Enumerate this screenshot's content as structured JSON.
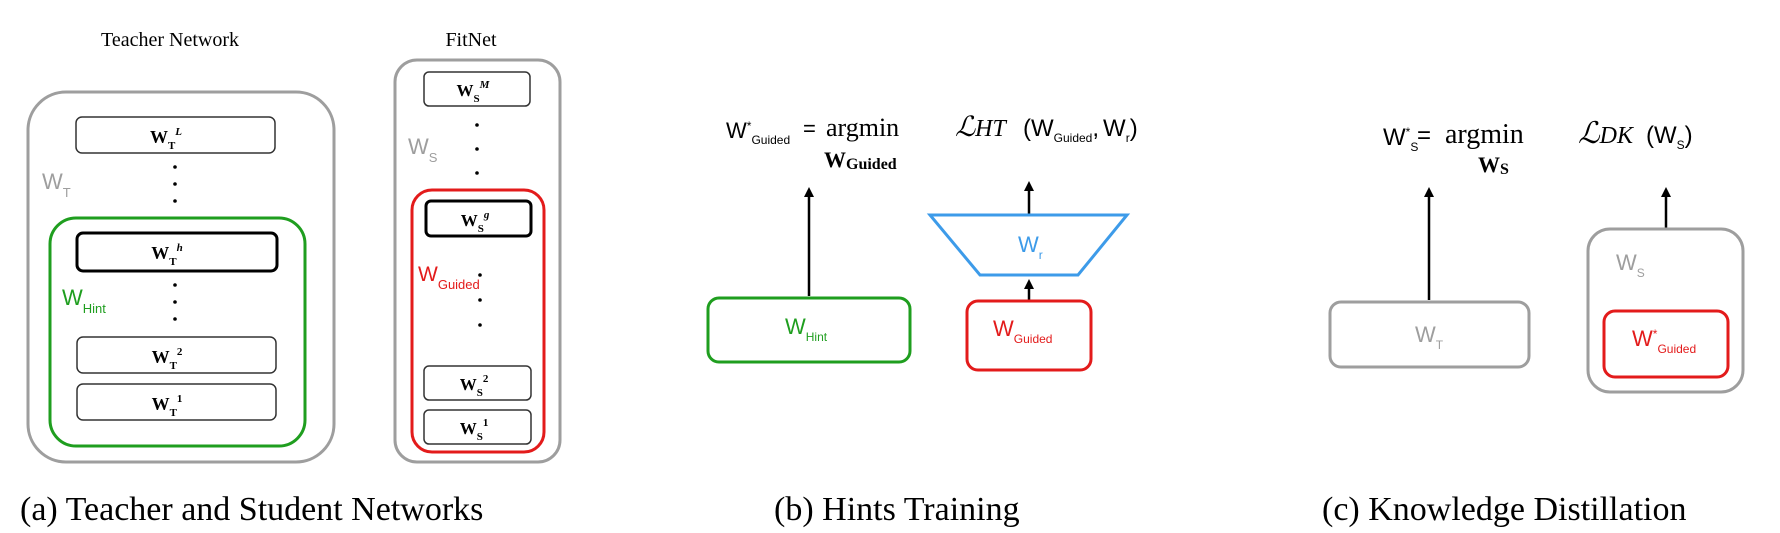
{
  "colors": {
    "gray": "#9e9e9e",
    "green": "#1f9e1f",
    "red": "#e31b1b",
    "blue": "#3d9be9",
    "black": "#000000"
  },
  "panel_a": {
    "teacher_title": "Teacher Network",
    "fitnet_title": "FitNet",
    "caption": "(a)  Teacher and Student Networks",
    "teacher": {
      "group_label": "W",
      "group_sub": "T",
      "hint_label": "W",
      "hint_sub": "Hint",
      "layers": [
        {
          "base": "W",
          "sub": "T",
          "sup": "L"
        },
        {
          "base": "W",
          "sub": "T",
          "sup": "h"
        },
        {
          "base": "W",
          "sub": "T",
          "sup": "2"
        },
        {
          "base": "W",
          "sub": "T",
          "sup": "1"
        }
      ]
    },
    "student": {
      "group_label": "W",
      "group_sub": "S",
      "guided_label": "W",
      "guided_sub": "Guided",
      "layers": [
        {
          "base": "W",
          "sub": "S",
          "sup": "M"
        },
        {
          "base": "W",
          "sub": "S",
          "sup": "g"
        },
        {
          "base": "W",
          "sub": "S",
          "sup": "2"
        },
        {
          "base": "W",
          "sub": "S",
          "sup": "1"
        }
      ]
    }
  },
  "panel_b": {
    "caption": "(b)  Hints Training",
    "equation": {
      "lhs": "W",
      "lhs_star": "*",
      "lhs_sub": "Guided",
      "eq": "=",
      "op": "argmin",
      "op_under": "W",
      "op_under_sub": "Guided",
      "loss": "ℒ",
      "loss_sub": "HT",
      "open": "(",
      "arg1": "W",
      "arg1_sub": "Guided",
      "comma": ",",
      "arg2": "W",
      "arg2_sub": "r",
      "close": ")"
    },
    "hint_box": {
      "label": "W",
      "sub": "Hint"
    },
    "guided_box": {
      "label": "W",
      "sub": "Guided"
    },
    "regressor": {
      "label": "W",
      "sub": "r"
    }
  },
  "panel_c": {
    "caption": "(c)  Knowledge Distillation",
    "equation": {
      "lhs": "W",
      "lhs_star": "*",
      "lhs_sub": "S",
      "eq": "=",
      "op": "argmin",
      "op_under": "W",
      "op_under_sub": "S",
      "loss": "ℒ",
      "loss_sub": "DK",
      "open": "(",
      "arg": "W",
      "arg_sub": "S",
      "close": ")"
    },
    "teacher_box": {
      "label": "W",
      "sub": "T"
    },
    "student_group": {
      "label": "W",
      "sub": "S"
    },
    "guided_box": {
      "label": "W",
      "star": "*",
      "sub": "Guided"
    }
  }
}
